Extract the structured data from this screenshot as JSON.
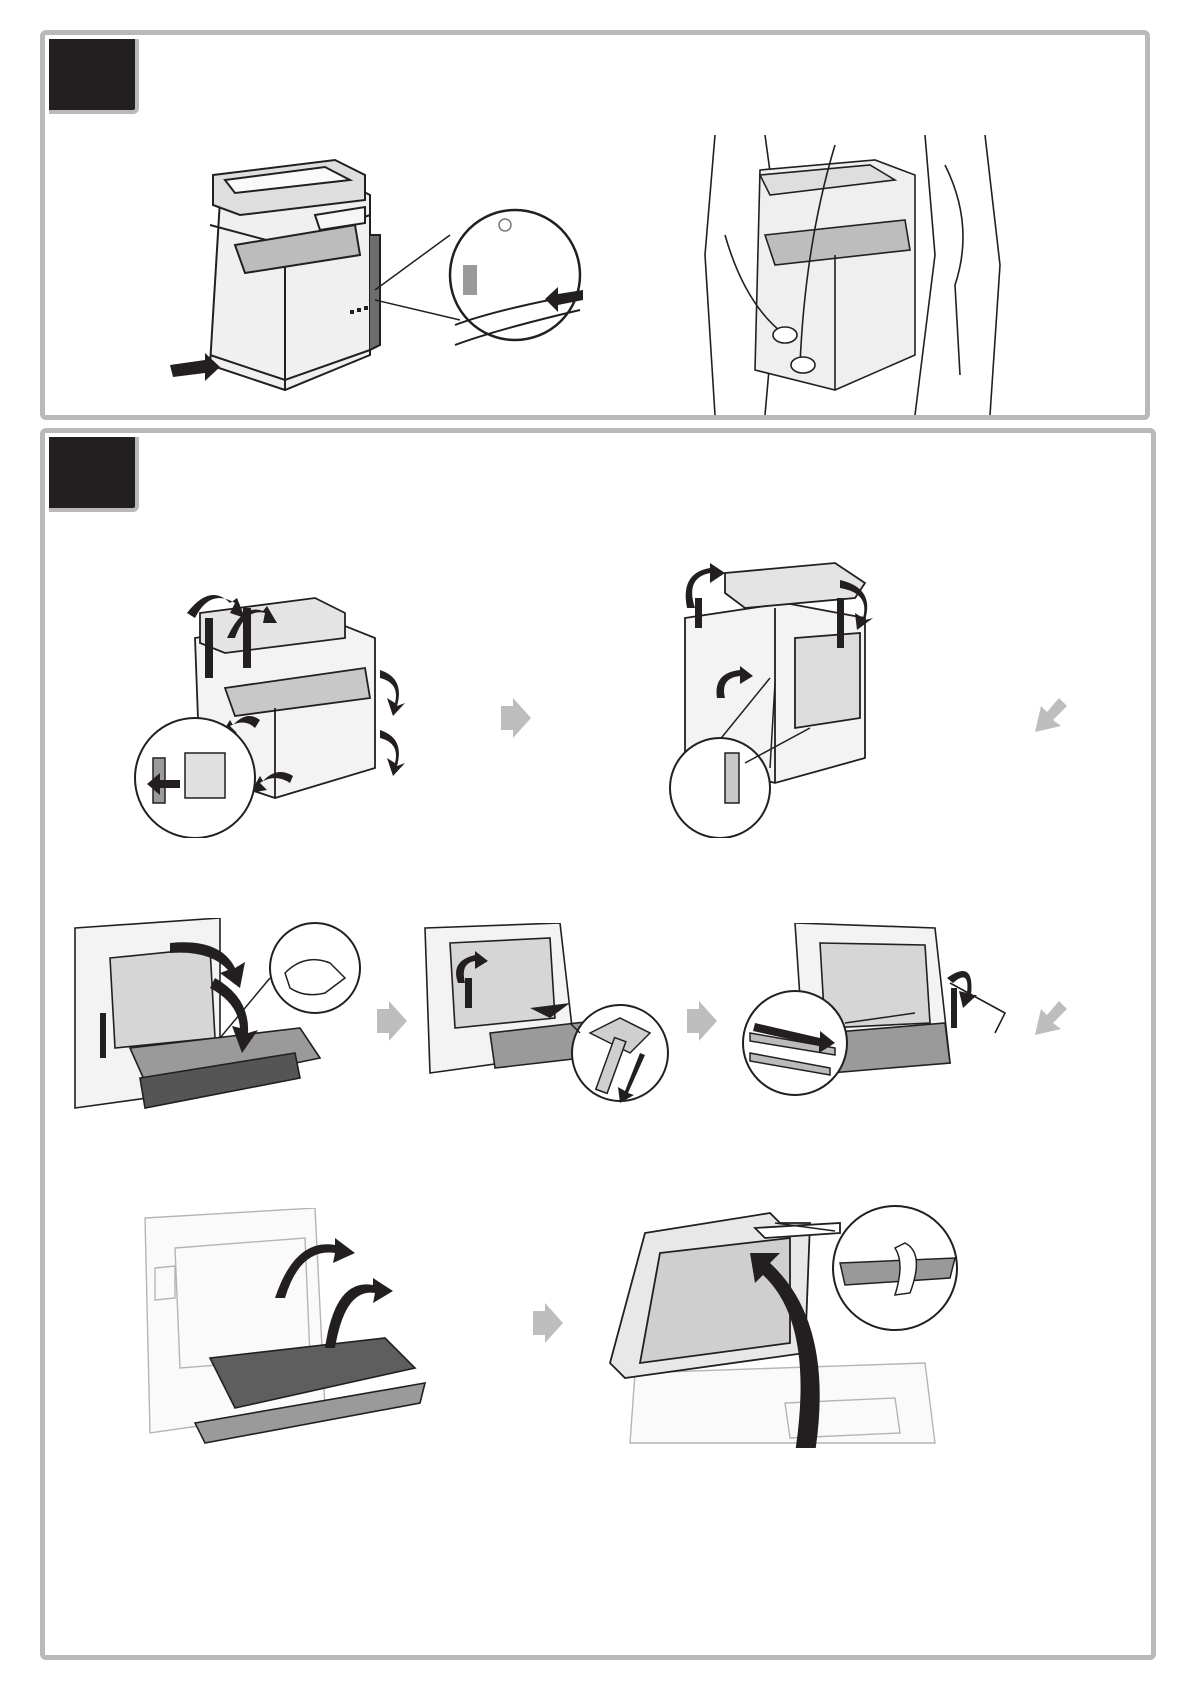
{
  "document": {
    "type": "setup-illustration-sheet",
    "panels": [
      {
        "id": "panel-1",
        "steps": [
          "lift-printer-handles",
          "carry-printer-two-people"
        ]
      },
      {
        "id": "panel-2",
        "steps": [
          "remove-tape-front",
          "remove-tape-back",
          "open-rear-cover",
          "remove-fixing-strap",
          "pull-out-strap",
          "close-rear-cover",
          "open-feeder-remove-material"
        ]
      }
    ],
    "colors": {
      "panel_border": "#b9b9b9",
      "tab_fill": "#231f20",
      "line": "#231f20",
      "printer_fill": "#e6e6e6",
      "arrow_gray": "#bdbdbd"
    },
    "icons": [
      "step-tab-icon",
      "flow-arrow-icon",
      "curved-arrow-icon",
      "zoom-callout-icon"
    ]
  }
}
